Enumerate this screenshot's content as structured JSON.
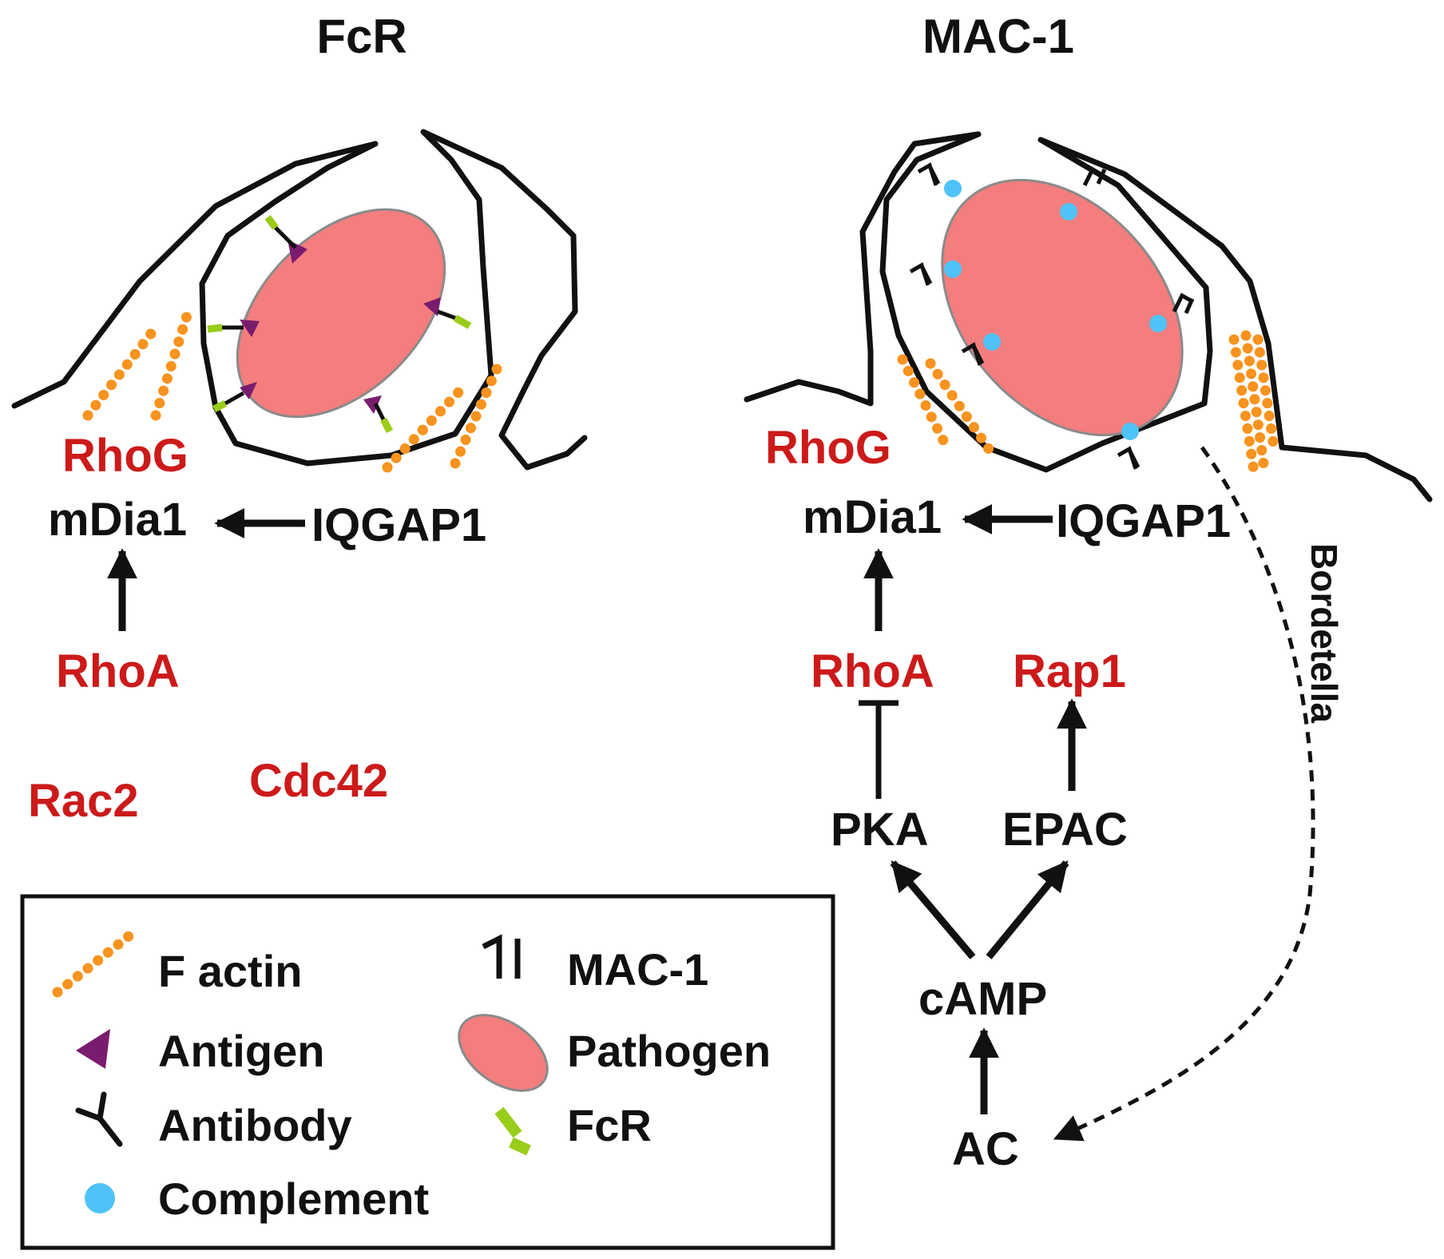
{
  "colors": {
    "red_node": "#cc1a1a",
    "black": "#111111",
    "actin": "#f7931e",
    "pathogen_fill": "#f47d7d",
    "pathogen_stroke": "#8a8a8a",
    "complement": "#4fc3f7",
    "fcr": "#9acd1a",
    "antigen": "#7a1c6e"
  },
  "panels": {
    "left": {
      "title": "FcR",
      "nodes": {
        "rhog": "RhoG",
        "mdia1": "mDia1",
        "iqgap1": "IQGAP1",
        "rhoa": "RhoA",
        "rac2": "Rac2",
        "cdc42": "Cdc42"
      }
    },
    "right": {
      "title": "MAC-1",
      "nodes": {
        "rhog": "RhoG",
        "mdia1": "mDia1",
        "iqgap1": "IQGAP1",
        "rhoa": "RhoA",
        "rap1": "Rap1",
        "pka": "PKA",
        "epac": "EPAC",
        "camp": "cAMP",
        "ac": "AC",
        "bordetella": "Bordetella"
      }
    }
  },
  "legend": {
    "items": [
      {
        "label": "F actin",
        "icon": "actin-icon"
      },
      {
        "label": "Antigen",
        "icon": "antigen-icon"
      },
      {
        "label": "Antibody",
        "icon": "antibody-icon"
      },
      {
        "label": "Complement",
        "icon": "complement-icon"
      },
      {
        "label": "MAC-1",
        "icon": "mac1-icon"
      },
      {
        "label": "Pathogen",
        "icon": "pathogen-icon"
      },
      {
        "label": "FcR",
        "icon": "fcr-icon"
      }
    ]
  }
}
